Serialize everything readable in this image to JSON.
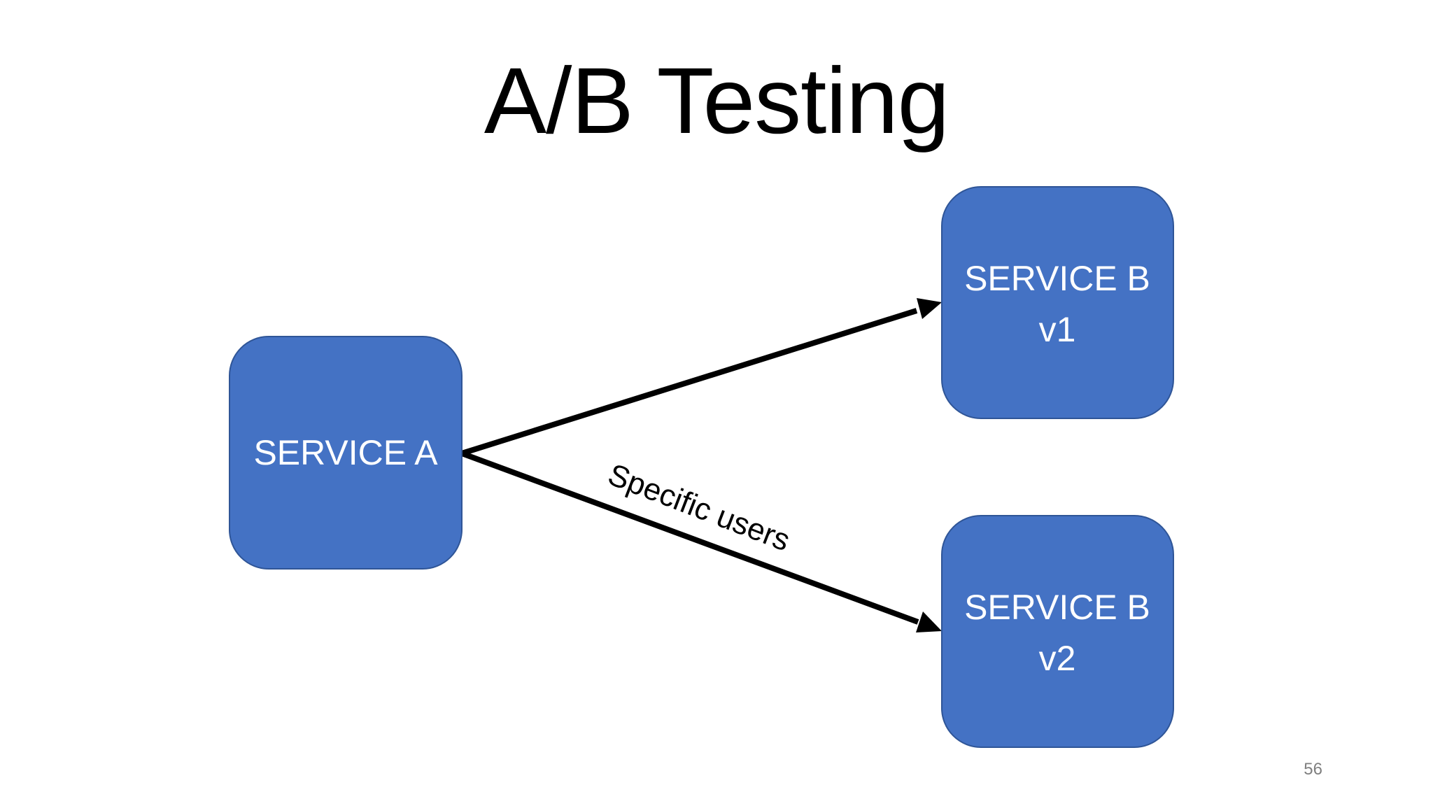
{
  "slide": {
    "title": "A/B Testing",
    "page_number": "56"
  },
  "diagram": {
    "nodes": [
      {
        "id": "service-a",
        "lines": [
          "SERVICE A"
        ]
      },
      {
        "id": "service-b-v1",
        "lines": [
          "SERVICE B",
          "v1"
        ]
      },
      {
        "id": "service-b-v2",
        "lines": [
          "SERVICE B",
          "v2"
        ]
      }
    ],
    "edges": [
      {
        "from": "service-a",
        "to": "service-b-v1",
        "label": ""
      },
      {
        "from": "service-a",
        "to": "service-b-v2",
        "label": "Specific users"
      }
    ]
  },
  "colors": {
    "node_fill": "#4472C4",
    "node_stroke": "#2F5597",
    "node_text": "#FFFFFF",
    "arrow": "#000000",
    "page_number": "#7F7F7F"
  }
}
